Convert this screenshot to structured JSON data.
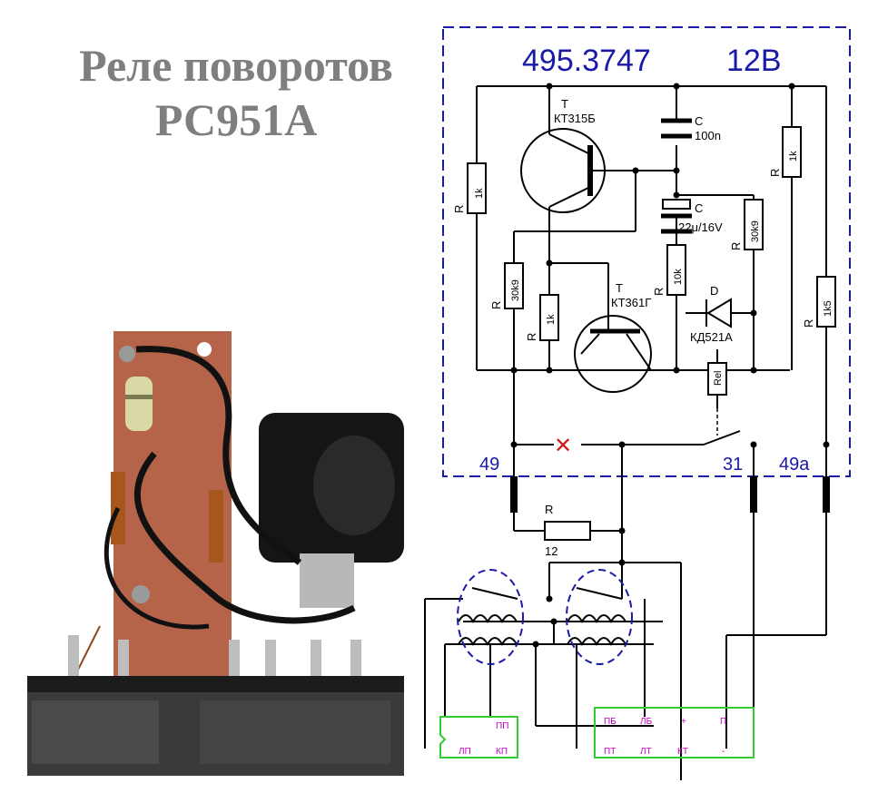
{
  "title": {
    "line1": "Реле поворотов",
    "line2": "РС951А"
  },
  "schematic": {
    "model_number": "495.3747",
    "voltage": "12В",
    "transistor_top": {
      "type": "T",
      "name": "КТ315Б"
    },
    "transistor_mid": {
      "type": "T",
      "name": "КТ361Г"
    },
    "cap_top": {
      "type": "C",
      "value": "100n"
    },
    "cap_mid": {
      "type": "C",
      "value": "22μ/16V"
    },
    "r_1k_left": {
      "type": "R",
      "value": "1k"
    },
    "r_1k_right": {
      "type": "R",
      "value": "1k"
    },
    "r_30k9_left": {
      "type": "R",
      "value": "30k9"
    },
    "r_30k9_right": {
      "type": "R",
      "value": "30k9"
    },
    "r_1k_mid": {
      "type": "R",
      "value": "1k"
    },
    "r_10k": {
      "type": "R",
      "value": "10k"
    },
    "r_1k5": {
      "type": "R",
      "value": "1k5"
    },
    "diode": {
      "type": "D",
      "name": "КД521А"
    },
    "relay": "Rel",
    "shunt": {
      "type": "R",
      "value": "12"
    },
    "terminals": {
      "t49": "49",
      "t31": "31",
      "t49a": "49a"
    },
    "connector_left": {
      "top": "ПП",
      "bottom_left": "ЛП",
      "bottom_right": "КП"
    },
    "connector_right": {
      "top": [
        "ПБ",
        "ЛБ",
        "+",
        "П"
      ],
      "bottom": [
        "ПТ",
        "ЛТ",
        "КТ",
        "-"
      ]
    },
    "colors": {
      "ink": "#000000",
      "frame": "#1a1aa8",
      "accent_red": "#d11a1a",
      "connector": "#33cc33",
      "pin_text": "#c000c0"
    }
  }
}
